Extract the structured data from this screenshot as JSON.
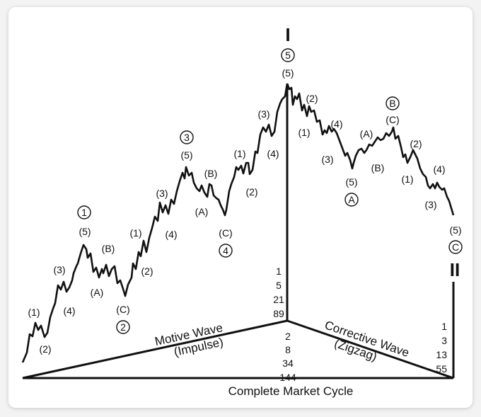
{
  "title_marks": {
    "top": "I",
    "end": "II"
  },
  "motive": {
    "name": "Motive Wave",
    "sub": "(Impulse)",
    "counts_top": [
      "1",
      "5",
      "21",
      "89"
    ],
    "counts_bottom": [
      "2",
      "8",
      "34",
      "144"
    ]
  },
  "corrective": {
    "name": "Corrective Wave",
    "sub": "(Zigzag)",
    "counts": [
      "1",
      "3",
      "13",
      "55"
    ]
  },
  "cycle_label": "Complete Market Cycle",
  "labels": {
    "l1": "(1)",
    "l2": "(2)",
    "l3": "(3)",
    "l4": "(4)",
    "l5": "(5)",
    "la": "(A)",
    "lb": "(B)",
    "lc": "(C)",
    "c1": "1",
    "c2": "2",
    "c3": "3",
    "c4": "4",
    "c5": "5",
    "ca": "A",
    "cb": "B",
    "cc": "C"
  }
}
